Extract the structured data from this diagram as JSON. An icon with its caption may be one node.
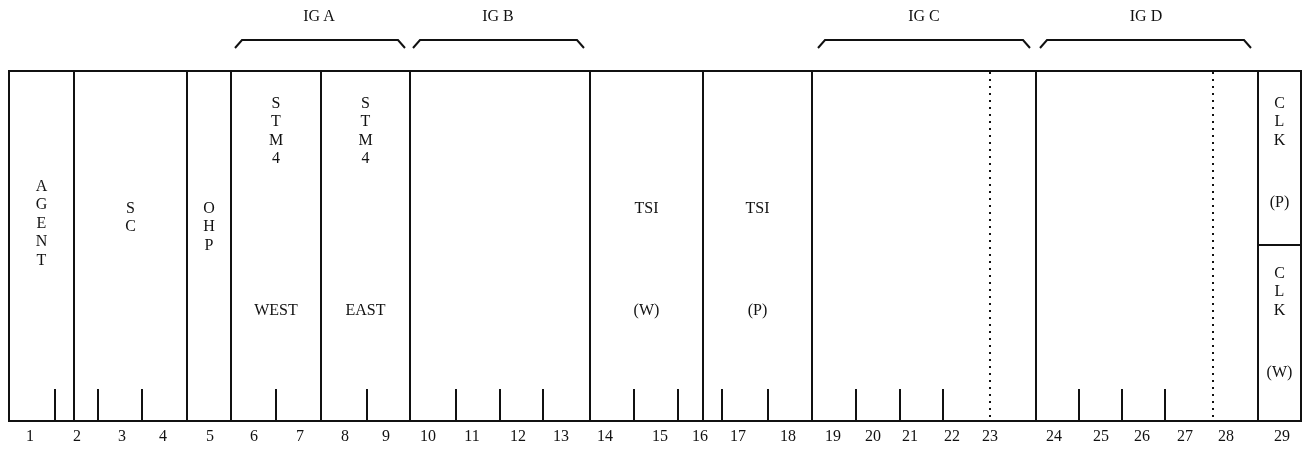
{
  "diagram": {
    "nodes": [
      {
        "text": [],
        "shape": "box"
      },
      {
        "text": [
          "A G E N T"
        ],
        "in": 0
      },
      {
        "text": [
          "S C"
        ],
        "in": 0
      },
      {
        "text": [
          "O H P"
        ],
        "in": 0
      },
      {
        "text": [
          "S T M 4",
          "WEST"
        ],
        "in": 0
      },
      {
        "text": [
          "S T M 4",
          "EAST"
        ],
        "in": 0
      },
      {
        "text": [],
        "shape": "box",
        "in": 0
      },
      {
        "text": [
          "TSI",
          "(W)"
        ],
        "in": 0
      },
      {
        "text": [
          "TSI",
          "(P)"
        ],
        "in": 0
      },
      {
        "text": [],
        "shape": "box",
        "in": 0
      },
      {
        "text": [],
        "shape": "box",
        "in": 0
      },
      {
        "text": [
          "C L K",
          "(P)"
        ],
        "in": 0
      },
      {
        "text": [
          "C L K",
          "(W)"
        ],
        "in": 0
      }
    ],
    "labels": [
      "IG A",
      "IG B",
      "IG C",
      "IG D",
      "1",
      "2",
      "3",
      "4",
      "5",
      "6",
      "7",
      "8",
      "9",
      "10",
      "11",
      "12",
      "13",
      "14",
      "15",
      "16",
      "17",
      "18",
      "19",
      "20",
      "21",
      "22",
      "23",
      "24",
      "25",
      "26",
      "27",
      "28",
      "29"
    ]
  }
}
